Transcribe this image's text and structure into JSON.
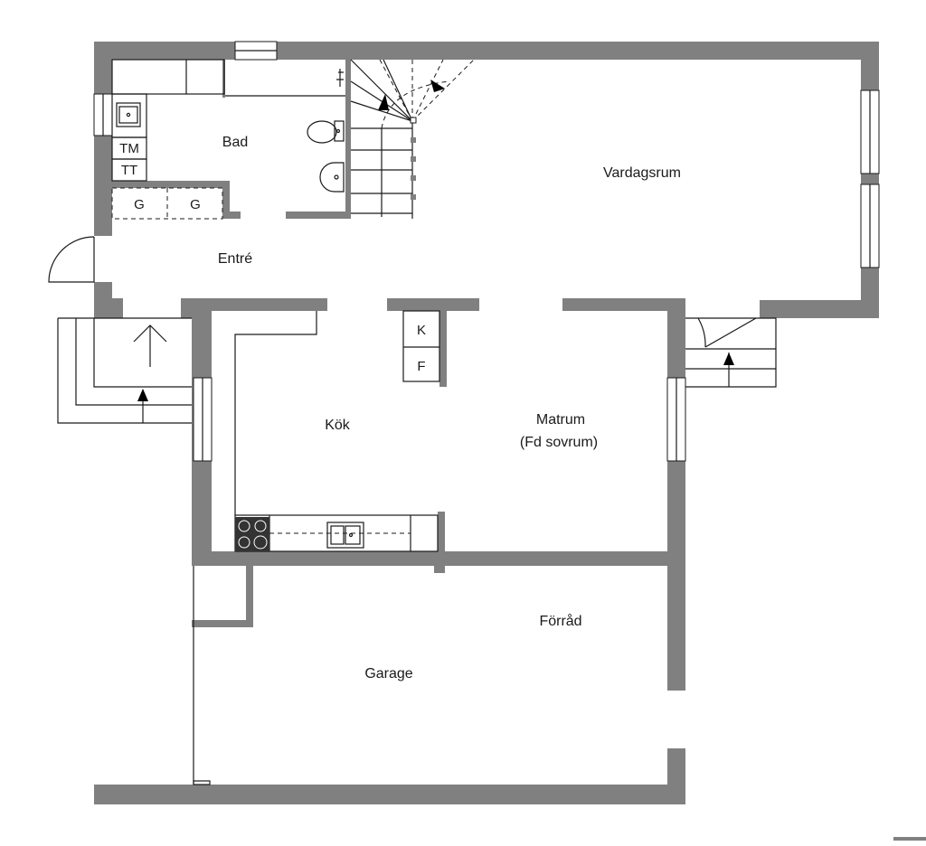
{
  "rooms": {
    "bad": "Bad",
    "vardagsrum": "Vardagsrum",
    "entre": "Entré",
    "kok": "Kök",
    "matrum_line1": "Matrum",
    "matrum_line2": "(Fd sovrum)",
    "forrad": "Förråd",
    "garage": "Garage"
  },
  "fixtures": {
    "tm": "TM",
    "tt": "TT",
    "wardrobe_left": "G",
    "wardrobe_right": "G",
    "fridge": "K",
    "freezer": "F"
  },
  "colors": {
    "wall": "#808080",
    "line": "#1a1a1a"
  }
}
